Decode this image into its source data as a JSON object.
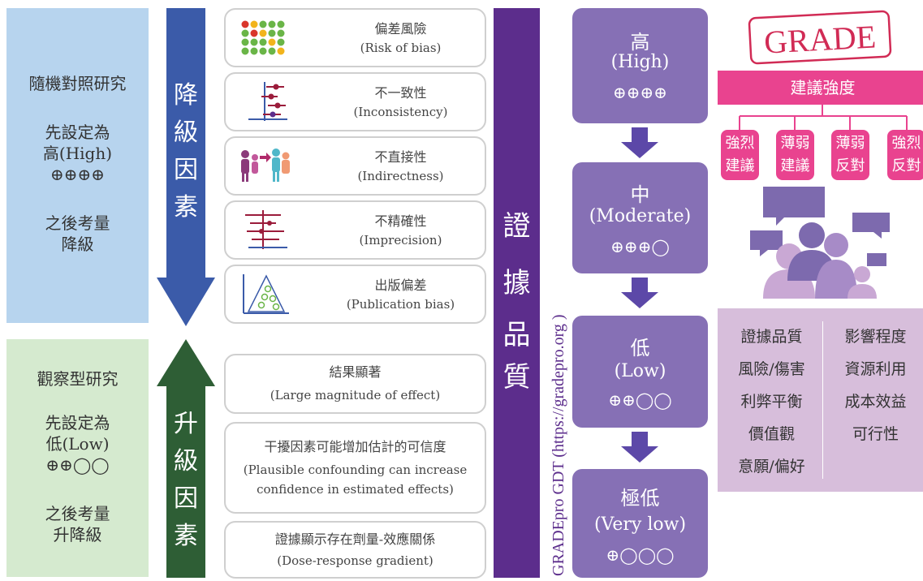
{
  "left": {
    "rct": {
      "title": "隨機對照研究",
      "set_line1": "先設定為",
      "set_line2": "高(High)",
      "symbols": "⊕⊕⊕⊕",
      "then_line1": "之後考量",
      "then_line2": "降級"
    },
    "obs": {
      "title": "觀察型研究",
      "set_line1": "先設定為",
      "set_line2": "低(Low)",
      "symbols": "⊕⊕◯◯",
      "then_line1": "之後考量",
      "then_line2": "升降級"
    }
  },
  "arrows": {
    "down": [
      "降",
      "級",
      "因",
      "素"
    ],
    "up": [
      "升",
      "級",
      "因",
      "素"
    ]
  },
  "downgrade_factors": [
    {
      "zh": "偏差風險",
      "en": "(Risk of bias)",
      "icon": "risk-of-bias-icon"
    },
    {
      "zh": "不一致性",
      "en": "(Inconsistency)",
      "icon": "forest-plot-icon"
    },
    {
      "zh": "不直接性",
      "en": "(Indirectness)",
      "icon": "people-icon"
    },
    {
      "zh": "不精確性",
      "en": "(Imprecision)",
      "icon": "error-bar-icon"
    },
    {
      "zh": "出版偏差",
      "en": "(Publication bias)",
      "icon": "funnel-plot-icon"
    }
  ],
  "upgrade_factors": [
    {
      "zh": "結果顯著",
      "en": "(Large magnitude of effect)"
    },
    {
      "zh": "干擾因素可能增加估計的可信度",
      "en1": "(Plausible confounding can increase",
      "en2": "confidence in estimated effects)"
    },
    {
      "zh": "證據顯示存在劑量-效應關係",
      "en": "(Dose-response gradient)"
    }
  ],
  "quality": {
    "chars": [
      "證",
      "據",
      "品",
      "質"
    ],
    "gdt_text": "GRADEpro  GDT (https://gradepro.org )"
  },
  "levels": [
    {
      "zh": "高",
      "en": "(High)",
      "symbols": "⊕⊕⊕⊕"
    },
    {
      "zh": "中",
      "en": "(Moderate)",
      "symbols": "⊕⊕⊕◯"
    },
    {
      "zh": "低",
      "en": "(Low)",
      "symbols": "⊕⊕◯◯"
    },
    {
      "zh": "極低",
      "en": "(Very low)",
      "symbols": "⊕◯◯◯"
    }
  ],
  "grade": {
    "logo": "GRADE",
    "rec_title": "建議強度",
    "recs": [
      {
        "line1": "強烈",
        "line2": "建議"
      },
      {
        "line1": "薄弱",
        "line2": "建議"
      },
      {
        "line1": "薄弱",
        "line2": "反對"
      },
      {
        "line1": "強烈",
        "line2": "反對"
      }
    ],
    "factors_left": [
      "證據品質",
      "風險/傷害",
      "利弊平衡",
      "價值觀",
      "意願/偏好"
    ],
    "factors_right": [
      "影響程度",
      "資源利用",
      "成本效益",
      "可行性"
    ]
  },
  "colors": {
    "blue_arrow": "#3b5ba9",
    "green_arrow": "#2e5e35",
    "purple_dark": "#5c2d8c",
    "purple_level": "#8670b5",
    "pink": "#e9438f",
    "light_purple": "#d7bedb"
  }
}
